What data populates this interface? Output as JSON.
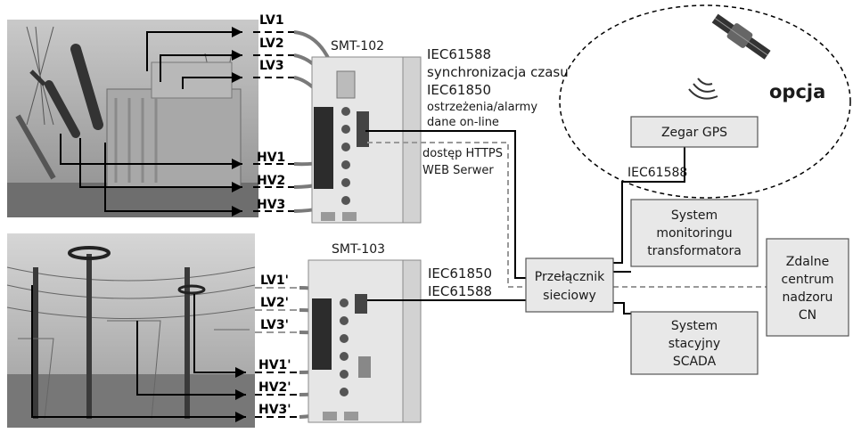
{
  "devices": {
    "smt102": {
      "title": "SMT-102"
    },
    "smt103": {
      "title": "SMT-103"
    }
  },
  "inputs_top": [
    "LV1",
    "LV2",
    "LV3",
    "HV1",
    "HV2",
    "HV3"
  ],
  "inputs_bottom": [
    "LV1'",
    "LV2'",
    "LV3'",
    "HV1'",
    "HV2'",
    "HV3'"
  ],
  "annotations": {
    "iec61588_top": "IEC61588",
    "sync": "synchronizacja czasu",
    "iec61850_top": "IEC61850",
    "alarms": "ostrzeżenia/alarmy",
    "online": "dane on-line",
    "https": "dostęp HTTPS",
    "web": "WEB Serwer",
    "iec61850_bottom": "IEC61850",
    "iec61588_bottom": "IEC61588",
    "iec61588_gps": "IEC61588",
    "option": "opcja"
  },
  "boxes": {
    "gps": "Zegar GPS",
    "switch": [
      "Przełącznik",
      "sieciowy"
    ],
    "monitoring": [
      "System",
      "monitoringu",
      "transformatora"
    ],
    "scada": [
      "System",
      "stacyjny",
      "SCADA"
    ],
    "remote": [
      "Zdalne",
      "centrum",
      "nadzoru",
      "CN"
    ]
  },
  "icons": [
    "satellite-icon",
    "transformer-photo",
    "substation-photo",
    "smt-device"
  ]
}
